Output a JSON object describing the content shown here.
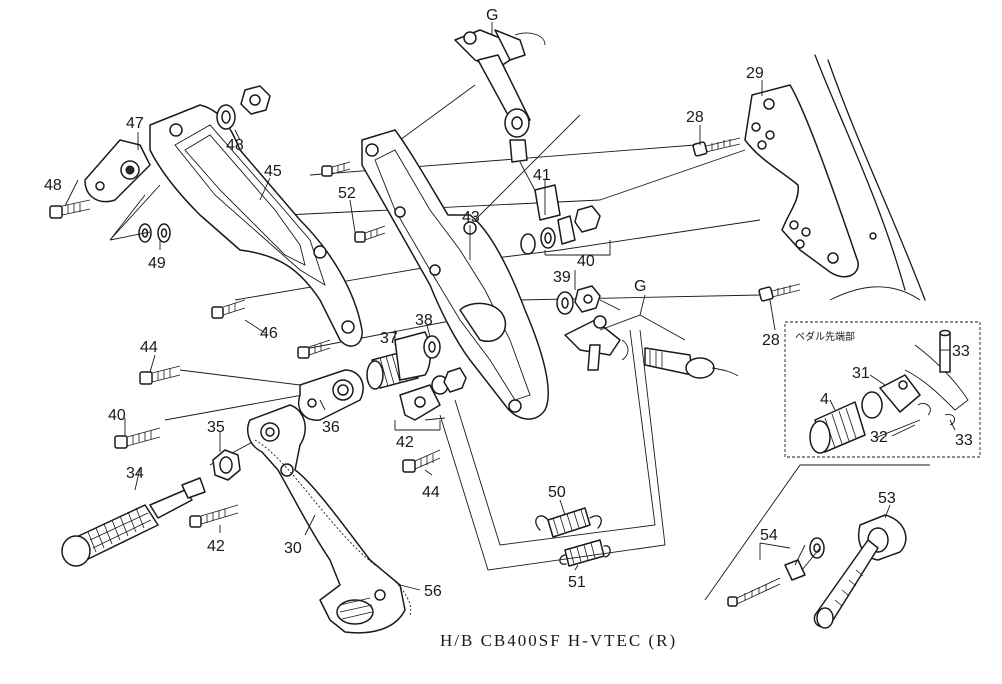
{
  "caption": "H/B CB400SF H-VTEC (R)",
  "detail_box_title": "ペダル先端部",
  "labels": {
    "G_top": "G",
    "G_mid": "G",
    "p29": "29",
    "p28a": "28",
    "p28b": "28",
    "p47": "47",
    "p48a": "48",
    "p48b": "48",
    "p45": "45",
    "p52": "52",
    "p49": "49",
    "p41": "41",
    "p43": "43",
    "p40a": "40",
    "p39": "39",
    "p46": "46",
    "p37": "37",
    "p38": "38",
    "p44a": "44",
    "p36": "36",
    "p40b": "40",
    "p35": "35",
    "p42a": "42",
    "p44b": "44",
    "p34": "34",
    "p42b": "42",
    "p30": "30",
    "p50": "50",
    "p51": "51",
    "p56": "56",
    "p33a": "33",
    "p31": "31",
    "p4": "4",
    "p32": "32",
    "p33b": "33",
    "p53": "53",
    "p54": "54"
  }
}
